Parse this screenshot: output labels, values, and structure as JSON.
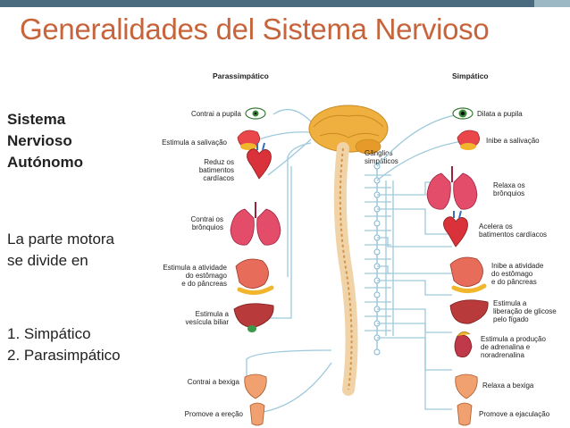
{
  "slide": {
    "title": "Generalidades del Sistema Nervioso",
    "subtitle_lines": [
      "Sistema",
      "Nervioso",
      "Autónomo"
    ],
    "intro_lines": [
      "La parte motora",
      "se divide en"
    ],
    "list_items": [
      "1. Simpático",
      "2. Parasimpático"
    ],
    "colors": {
      "title": "#c8643b",
      "topbar": "#4a6a7e",
      "nerve": "#9ec9dc"
    }
  },
  "diagram": {
    "left_header": "Parassimpático",
    "right_header": "Simpático",
    "ganglia_label": [
      "Gânglios",
      "simpáticos"
    ],
    "left_labels": [
      [
        "Contrai a pupila"
      ],
      [
        "Estimula a salivação"
      ],
      [
        "Reduz os",
        "batimentos",
        "cardíacos"
      ],
      [
        "Contrai os",
        "brônquios"
      ],
      [
        "Estimula a atividade",
        "do estômago",
        "e do pâncreas"
      ],
      [
        "Estimula a",
        "vesícula biliar"
      ],
      [
        "Contrai a bexiga"
      ],
      [
        "Promove a ereção"
      ]
    ],
    "right_labels": [
      [
        "Dilata a pupila"
      ],
      [
        "Inibe a salivação"
      ],
      [
        "Relaxa os",
        "brônquios"
      ],
      [
        "Acelera os",
        "batimentos cardíacos"
      ],
      [
        "Inibe a atividade",
        "do estômago",
        "e do pâncreas"
      ],
      [
        "Estimula a",
        "liberação de glicose",
        "pelo fígado"
      ],
      [
        "Estimula a produção",
        "de adrenalina e",
        "noradrenalina"
      ],
      [
        "Relaxa a bexiga"
      ],
      [
        "Promove a ejaculação"
      ]
    ]
  }
}
